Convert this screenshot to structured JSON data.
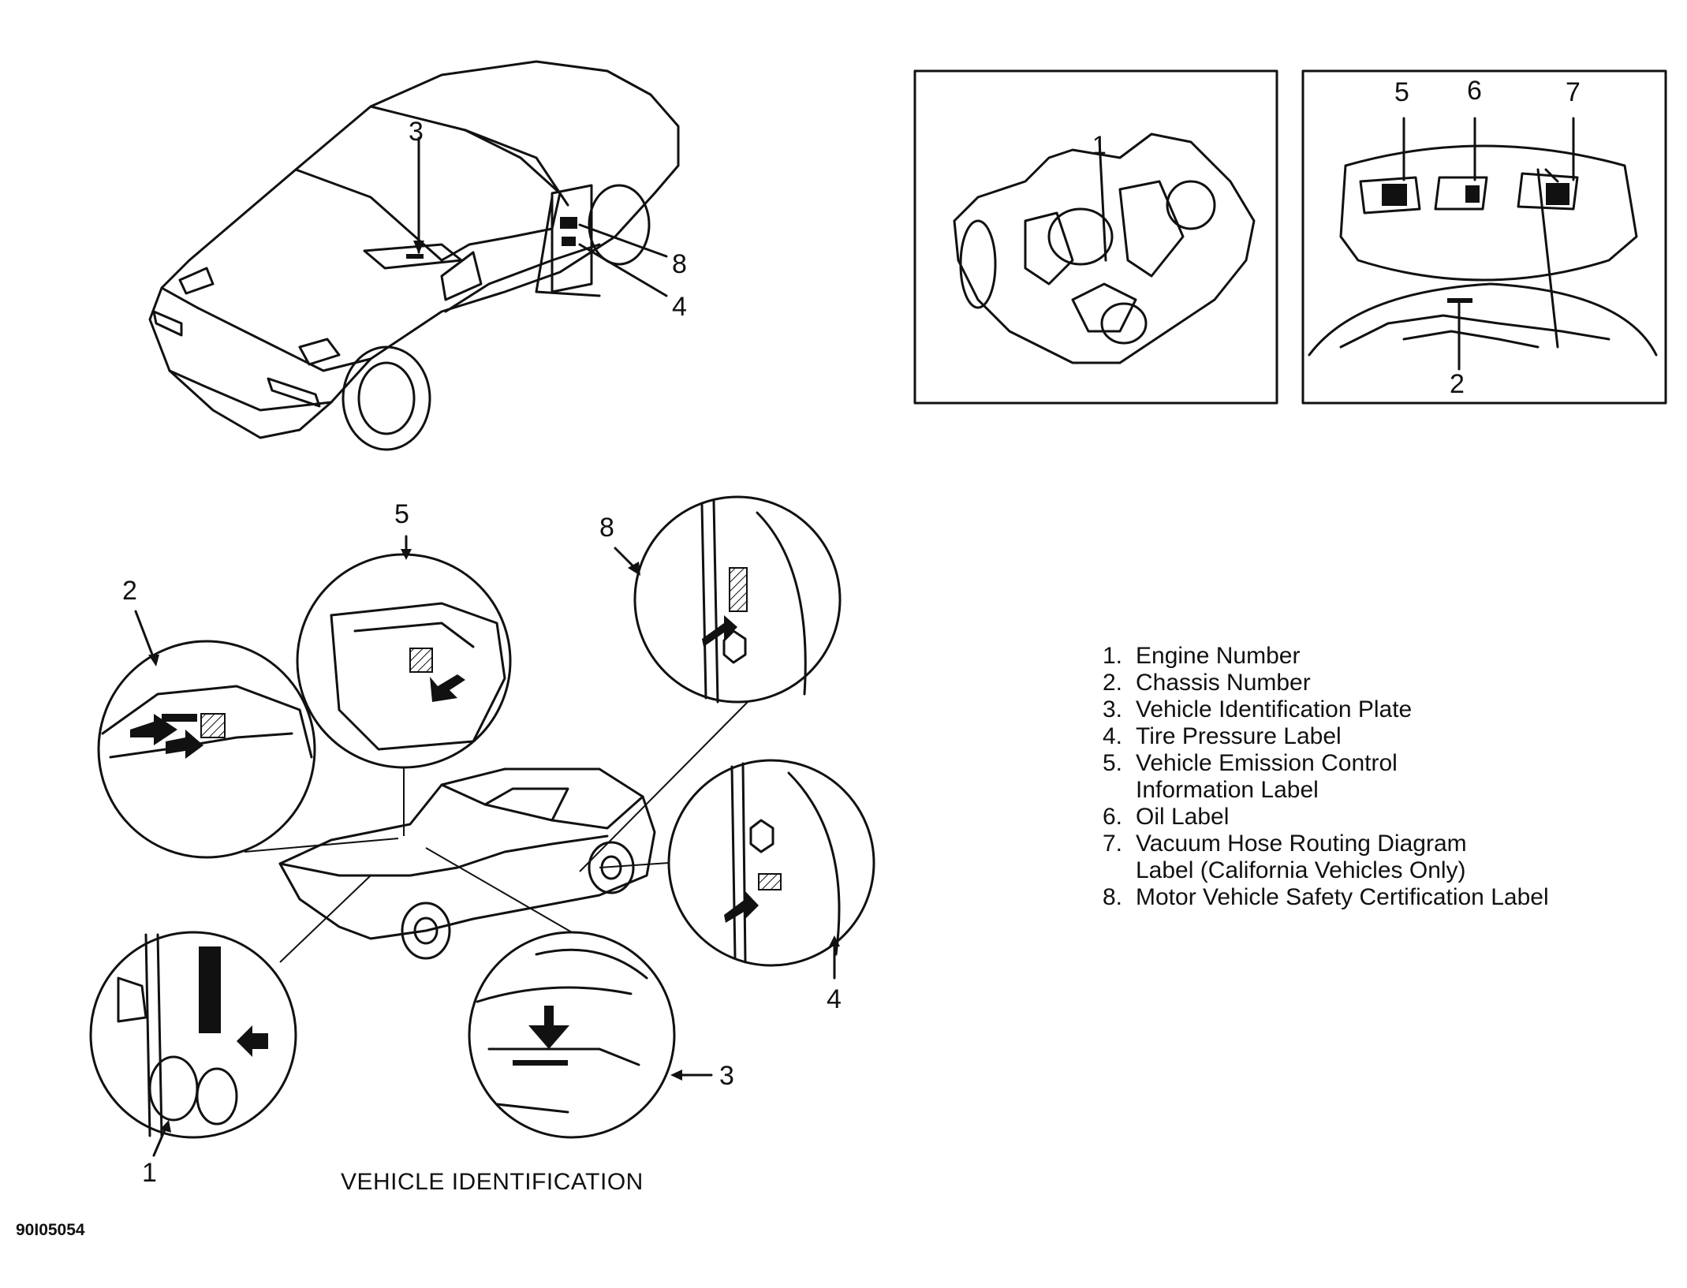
{
  "legend": [
    {
      "num": "1.",
      "text": "Engine Number"
    },
    {
      "num": "2.",
      "text": "Chassis Number"
    },
    {
      "num": "3.",
      "text": "Vehicle Identification Plate"
    },
    {
      "num": "4.",
      "text": "Tire Pressure Label"
    },
    {
      "num": "5.",
      "text": "Vehicle Emission Control"
    },
    {
      "num": "",
      "text": "Information Label"
    },
    {
      "num": "6.",
      "text": "Oil Label"
    },
    {
      "num": "7.",
      "text": "Vacuum Hose Routing Diagram"
    },
    {
      "num": "",
      "text": "Label (California Vehicles Only)"
    },
    {
      "num": "8.",
      "text": "Motor Vehicle Safety Certification Label"
    }
  ],
  "callouts": {
    "top_car_3": "3",
    "top_car_8": "8",
    "top_car_4": "4",
    "engine_1": "1",
    "hood_5": "5",
    "hood_6": "6",
    "hood_7": "7",
    "hood_2": "2",
    "detail_2": "2",
    "detail_5": "5",
    "detail_8": "8",
    "detail_4": "4",
    "detail_3": "3",
    "detail_1": "1"
  },
  "caption": "VEHICLE IDENTIFICATION",
  "figure_code": "90I05054"
}
